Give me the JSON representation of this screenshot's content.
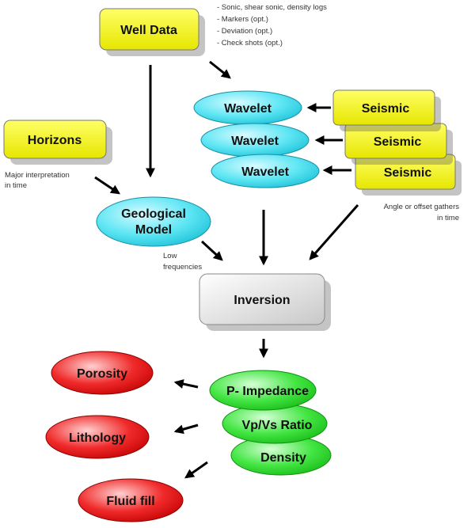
{
  "colors": {
    "yellow": "#ffff00",
    "cyan": "#33ddee",
    "green": "#22dd22",
    "red": "#ee1111",
    "gray": "#e0e0e0",
    "arrow": "#000000"
  },
  "nodes": {
    "well_data": "Well Data",
    "horizons": "Horizons",
    "seismic_1": "Seismic",
    "seismic_2": "Seismic",
    "seismic_3": "Seismic",
    "wavelet_1": "Wavelet",
    "wavelet_2": "Wavelet",
    "wavelet_3": "Wavelet",
    "geo_model_line1": "Geological",
    "geo_model_line2": "Model",
    "inversion": "Inversion",
    "p_impedance": "P- Impedance",
    "vpvs_ratio": "Vp/Vs Ratio",
    "density": "Density",
    "porosity": "Porosity",
    "lithology": "Lithology",
    "fluid_fill": "Fluid fill"
  },
  "notes": {
    "well_logs": [
      "- Sonic, shear sonic, density logs",
      "- Markers (opt.)",
      "- Deviation (opt.)",
      "- Check shots (opt.)"
    ],
    "horizons_note": [
      "Major interpretation",
      "in time"
    ],
    "gathers_note": [
      "Angle or offset gathers",
      "in time"
    ],
    "low_freq_note": [
      "Low",
      "frequencies"
    ]
  }
}
